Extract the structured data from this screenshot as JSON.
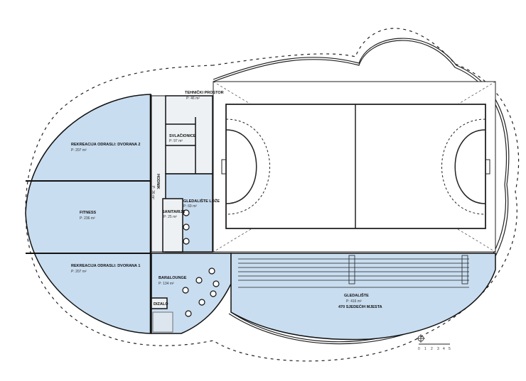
{
  "plan": {
    "colors": {
      "room_fill": "#c9ddf0",
      "service_fill": "#eef1f4",
      "wall": "#111111",
      "court_line": "#222222"
    },
    "rooms": {
      "dvorana2": {
        "name": "REKREACIJA ODRASLI: DVORANA 2",
        "area": "P: 207 m²"
      },
      "fitness": {
        "name": "FITNESS",
        "area": "P: 236 m²"
      },
      "dvorana1": {
        "name": "REKREACIJA ODRASLI: DVORANA 1",
        "area": "P: 207 m²"
      },
      "tehnicki": {
        "name": "TEHNIČKI PROSTOR",
        "area": "P: 46 m²"
      },
      "svlacionice": {
        "name": "SVLAČIONICE",
        "area": "P: 97 m²"
      },
      "hodnik": {
        "name": "HODNIK",
        "area": "P: 36 m²"
      },
      "loze": {
        "name": "GLEDALIŠTE LOŽE",
        "area": "P: 69 m²"
      },
      "sanitarije": {
        "name": "SANITARIJE",
        "area": "P: 25 m²"
      },
      "bar": {
        "name": "BAR&LOUNGE",
        "area": "P: 134 m²"
      },
      "dizalo": {
        "name": "DIZALO"
      },
      "gledaliste": {
        "name": "GLEDALIŠTE",
        "area": "P: 416 m²",
        "seats": "470 SJEDEĆIH MJESTA"
      }
    },
    "scale_bar": [
      "0",
      "1",
      "2",
      "3",
      "4",
      "5"
    ]
  }
}
